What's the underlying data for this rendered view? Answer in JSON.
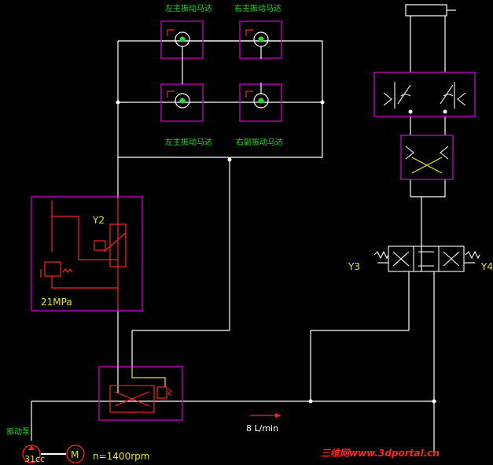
{
  "motor_labels": {
    "top_left": "左主振动马达",
    "top_right": "右主振动马达",
    "bottom_left": "左主振动马达",
    "bottom_right": "右副振动马达"
  },
  "valve_labels": {
    "y2": "Y2",
    "y3": "Y3",
    "y4": "Y4",
    "pressure": "21MPa"
  },
  "flow_label": "8 L/min",
  "pump": {
    "label": "振动泵",
    "displacement": "31cc",
    "motor_symbol": "M",
    "speed": "n=1400rpm"
  },
  "watermark": "三维网www.3dportal.cn",
  "colors": {
    "background": "#000000",
    "lines": "#ffffff",
    "component_box": "#c000c0",
    "hydraulic_symbol": "#ff2020",
    "label_text": "#22dd22",
    "valve_text": "#e8e800"
  }
}
